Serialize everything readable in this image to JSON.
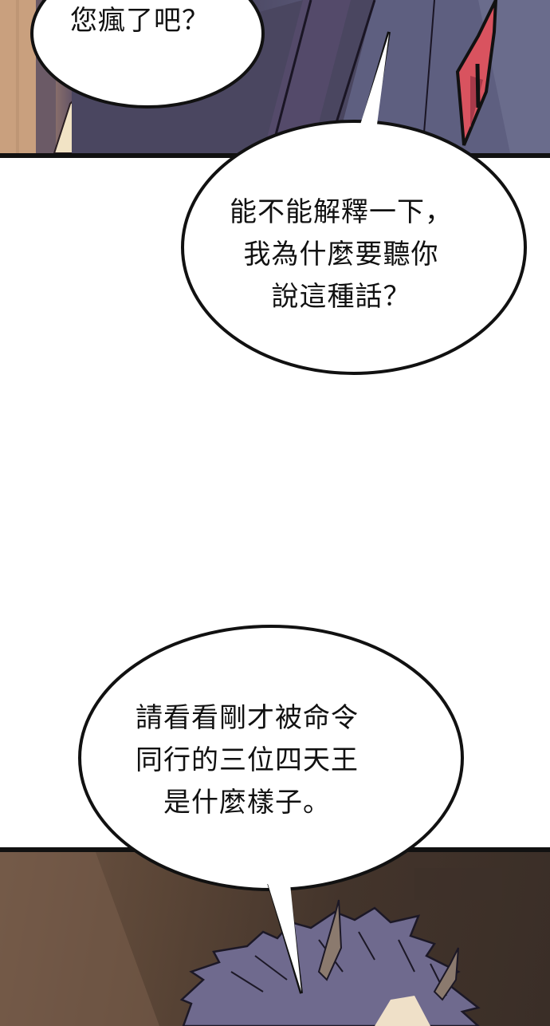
{
  "page": {
    "type": "webcomic-strip",
    "language": "zh-Hant"
  },
  "panels": [
    {
      "id": "panel-top",
      "description": "dark purple-robed figure close-up with red gem ornament, wooden wall at left",
      "colors": {
        "robe": "#4a4660",
        "robe_light": "#636584",
        "gem": "#d9535f",
        "wall": "#c9a07e",
        "border": "#111111"
      }
    },
    {
      "id": "panel-middle",
      "description": "white gutter/blank area with speech bubbles",
      "colors": {
        "background": "#ffffff"
      }
    },
    {
      "id": "panel-bottom",
      "description": "top of a spiky purple-haired character with two horns, brown interior background",
      "colors": {
        "hair": "#6f6a8e",
        "horn": "#8b7a6e",
        "background": "#4a3a30",
        "border": "#111111"
      }
    }
  ],
  "bubbles": [
    {
      "id": "bubble-1",
      "lines": [
        "您瘋了吧？"
      ]
    },
    {
      "id": "bubble-2",
      "lines": [
        "能不能解釋一下，",
        "我為什麼要聽你",
        "說這種話？"
      ]
    },
    {
      "id": "bubble-3",
      "lines": [
        "請看看剛才被命令",
        "同行的三位四天王",
        "是什麼樣子。"
      ]
    }
  ]
}
